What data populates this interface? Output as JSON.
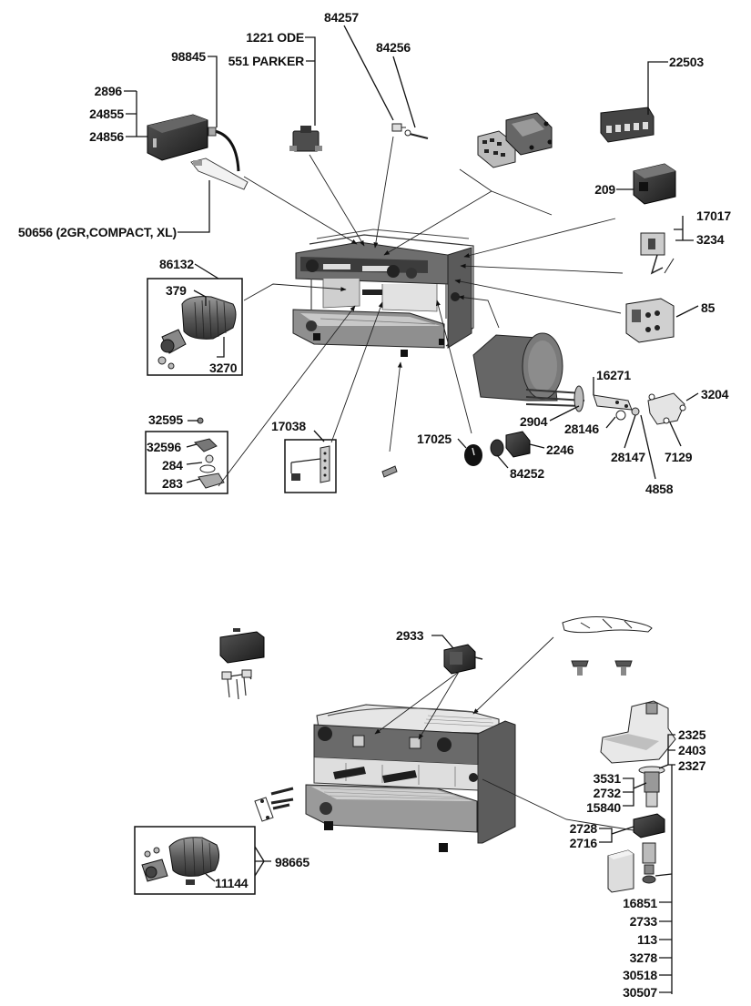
{
  "top_labels": {
    "l_2896": "2896",
    "l_24855": "24855",
    "l_24856": "24856",
    "l_98845": "98845",
    "l_1221": "1221 ODE",
    "l_551": "551 PARKER",
    "l_84257": "84257",
    "l_84256": "84256",
    "l_22503": "22503",
    "l_209": "209",
    "l_50656": "50656 (2GR,COMPACT, XL)",
    "l_17017": "17017",
    "l_3234": "3234",
    "l_86132": "86132",
    "l_379": "379",
    "l_3270": "3270",
    "l_85": "85",
    "l_16271": "16271",
    "l_3204": "3204",
    "l_2904": "2904",
    "l_28146": "28146",
    "l_2246": "2246",
    "l_28147": "28147",
    "l_7129": "7129",
    "l_32595": "32595",
    "l_32596": "32596",
    "l_284": "284",
    "l_283": "283",
    "l_17038": "17038",
    "l_17025": "17025",
    "l_84252": "84252",
    "l_4858": "4858"
  },
  "bottom_labels": {
    "l_2933": "2933",
    "l_2325": "2325",
    "l_2403": "2403",
    "l_2327": "2327",
    "l_3531": "3531",
    "l_2732": "2732",
    "l_15840": "15840",
    "l_2728": "2728",
    "l_2716": "2716",
    "l_98665": "98665",
    "l_11144": "11144",
    "l_16851": "16851",
    "l_2733": "2733",
    "l_113": "113",
    "l_3278": "3278",
    "l_30518": "30518",
    "l_30507": "30507"
  }
}
